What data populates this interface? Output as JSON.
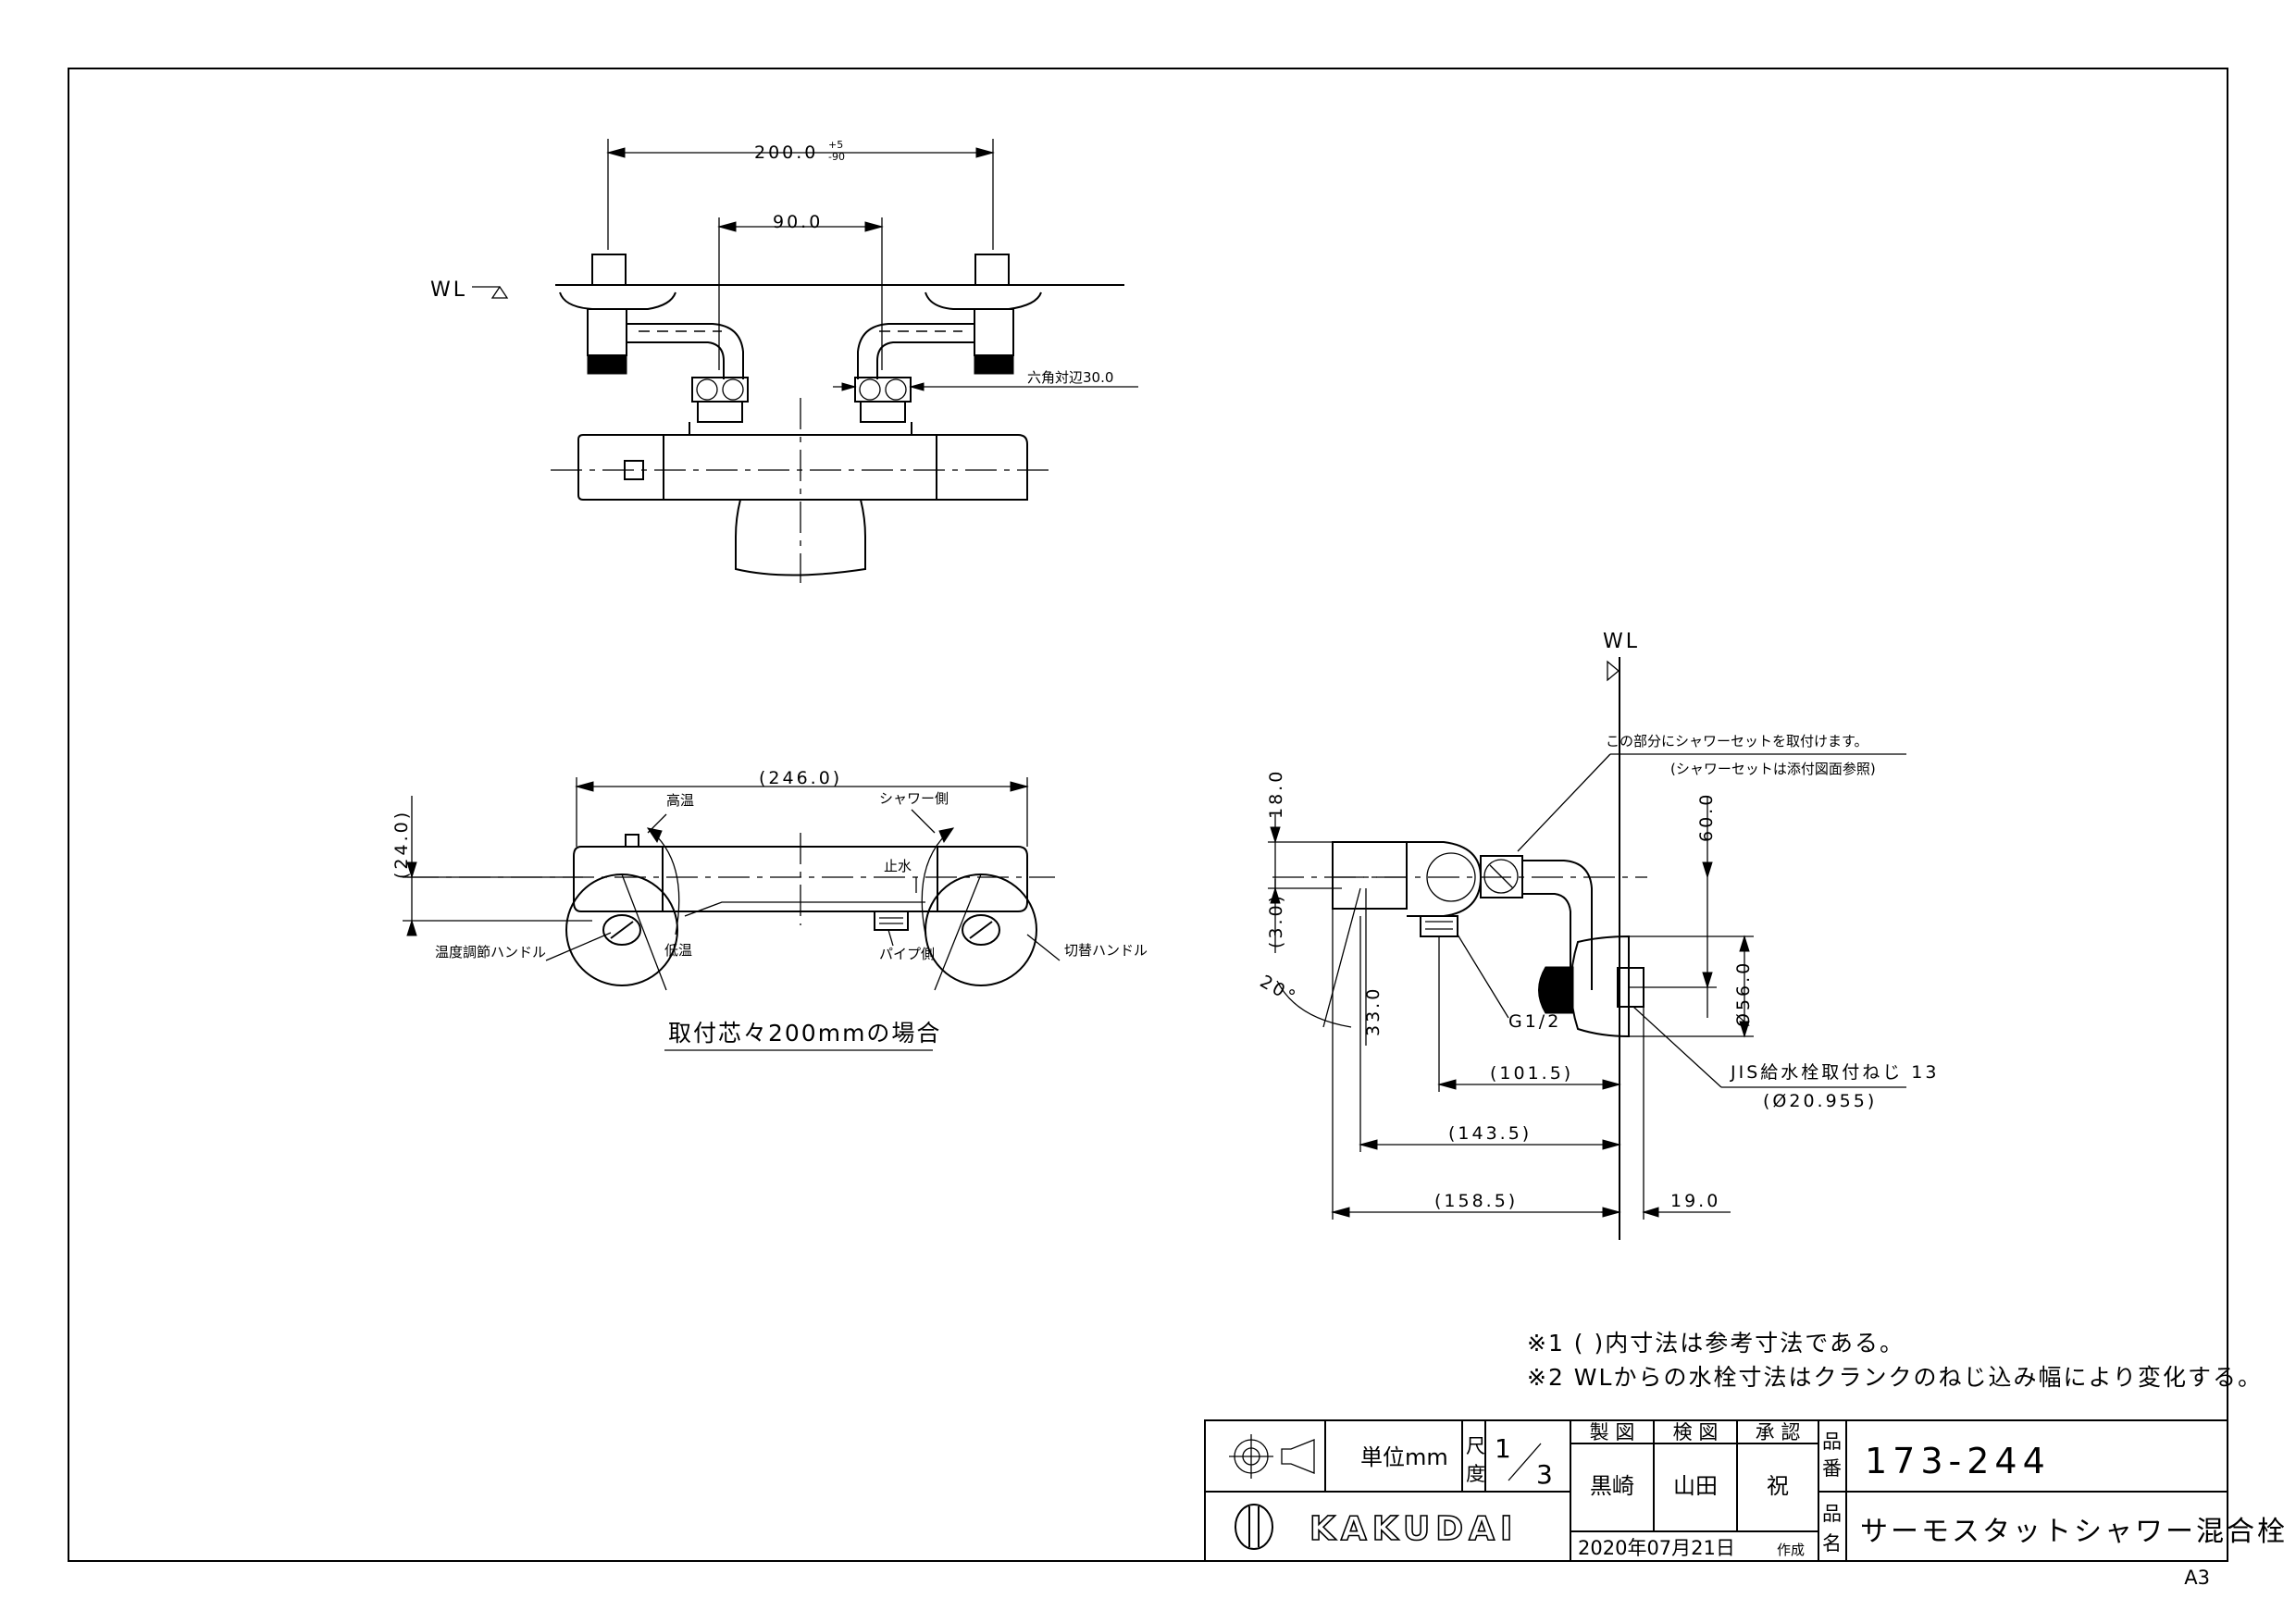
{
  "sheet": {
    "size": "A3"
  },
  "top_view": {
    "dim_overall": "200.0",
    "dim_overall_tol_plus": "+5",
    "dim_overall_tol_minus": "-90",
    "dim_center": "90.0",
    "wl_label": "WL",
    "hex_label": "六角対辺30.0"
  },
  "front_view": {
    "dim_length": "(246.0)",
    "dim_height": "(24.0)",
    "label_high_temp": "高温",
    "label_shower_side": "シャワー側",
    "label_stop_water": "止水",
    "label_temp_handle": "温度調節ハンドル",
    "label_low_temp": "低温",
    "label_pipe_side": "パイプ側",
    "label_switch_handle": "切替ハンドル",
    "caption": "取付芯々200mmの場合"
  },
  "side_view": {
    "wl_label": "WL",
    "note_attach_1": "この部分にシャワーセットを取付けます。",
    "note_attach_2": "(シャワーセットは添付図面参照)",
    "dim_18": "18.0",
    "dim_3": "(3.0)",
    "dim_60": "60.0",
    "dim_56": "Ø56.0",
    "dim_33": "33.0",
    "angle_20": "20°",
    "thread_g": "G1/2",
    "dim_101": "(101.5)",
    "dim_143": "(143.5)",
    "dim_158": "(158.5)",
    "dim_19": "19.0",
    "jis_1": "JIS給水栓取付ねじ 13",
    "jis_2": "(Ø20.955)"
  },
  "notes": {
    "n1": "※1 ( )内寸法は参考寸法である。",
    "n2": "※2 WLからの水栓寸法はクランクのねじ込み幅により変化する。"
  },
  "title_block": {
    "unit": "単位mm",
    "scale_label_1": "尺",
    "scale_label_2": "度",
    "scale_num": "1",
    "scale_den": "3",
    "drawn_hdr": "製 図",
    "checked_hdr": "検 図",
    "approved_hdr": "承 認",
    "drawn_by": "黒崎",
    "checked_by": "山田",
    "approved_by": "祝",
    "date": "2020年07月21日",
    "made": "作成",
    "part_no_label_1": "品",
    "part_no_label_2": "番",
    "part_no": "173-244",
    "part_name_label_1": "品",
    "part_name_label_2": "名",
    "part_name": "サーモスタットシャワー混合栓",
    "logo": "KAKUDAI"
  }
}
